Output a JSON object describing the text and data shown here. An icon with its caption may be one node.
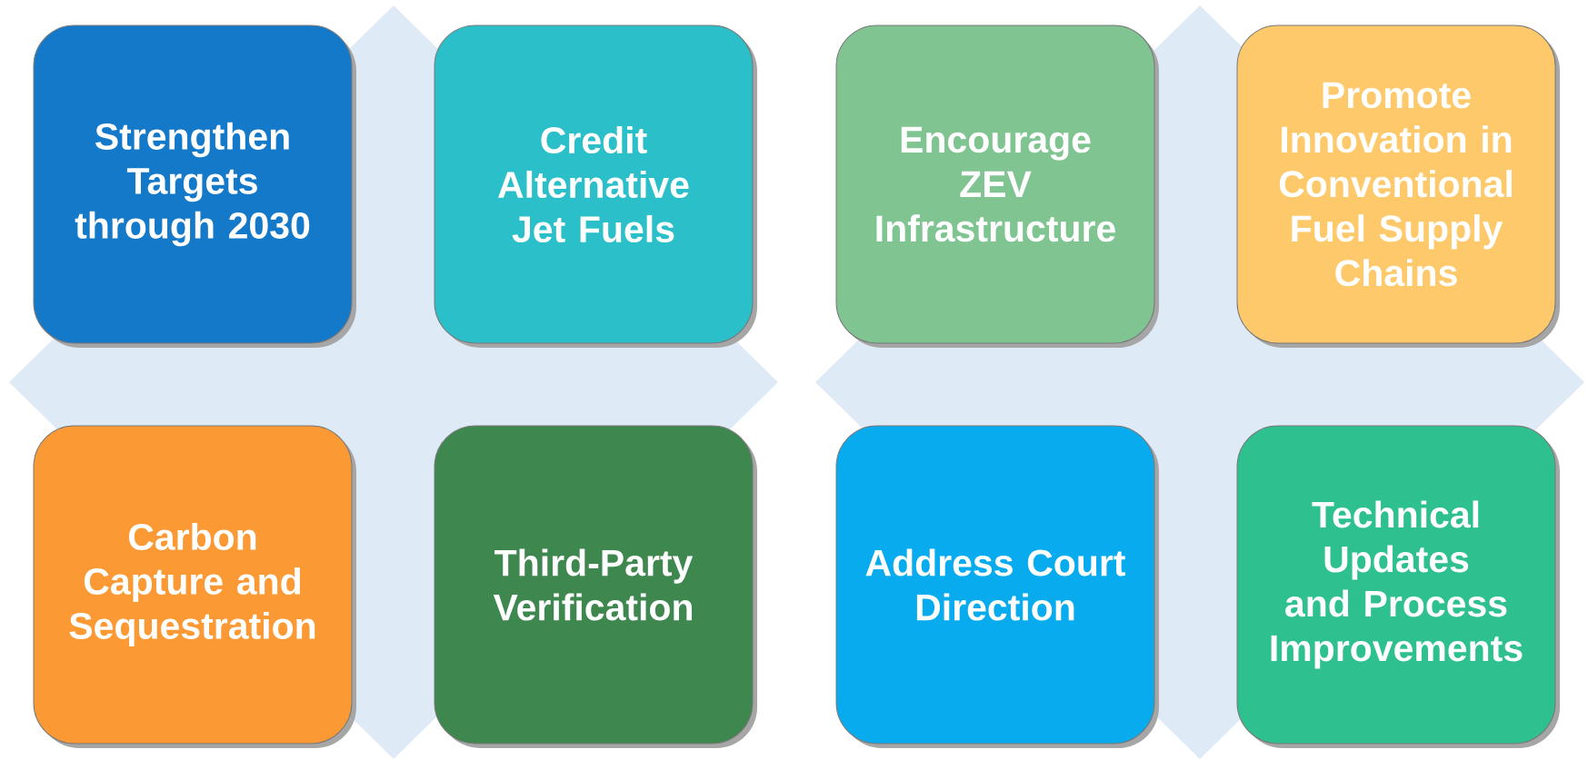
{
  "diagram": {
    "nodes": [
      {
        "text": [
          "Strengthen Targets through 2030"
        ]
      },
      {
        "text": [
          "Credit Alternative Jet Fuels"
        ]
      },
      {
        "text": [
          "Encourage ZEV Infrastructure"
        ]
      },
      {
        "text": [
          "Promote Innovation in Conventional Fuel Supply Chains"
        ]
      },
      {
        "text": [
          "Carbon Capture and Sequestration"
        ]
      },
      {
        "text": [
          "Third-Party Verification"
        ]
      },
      {
        "text": [
          "Address Court Direction"
        ]
      },
      {
        "text": [
          "Technical Updates and Process Improvements"
        ]
      }
    ]
  }
}
